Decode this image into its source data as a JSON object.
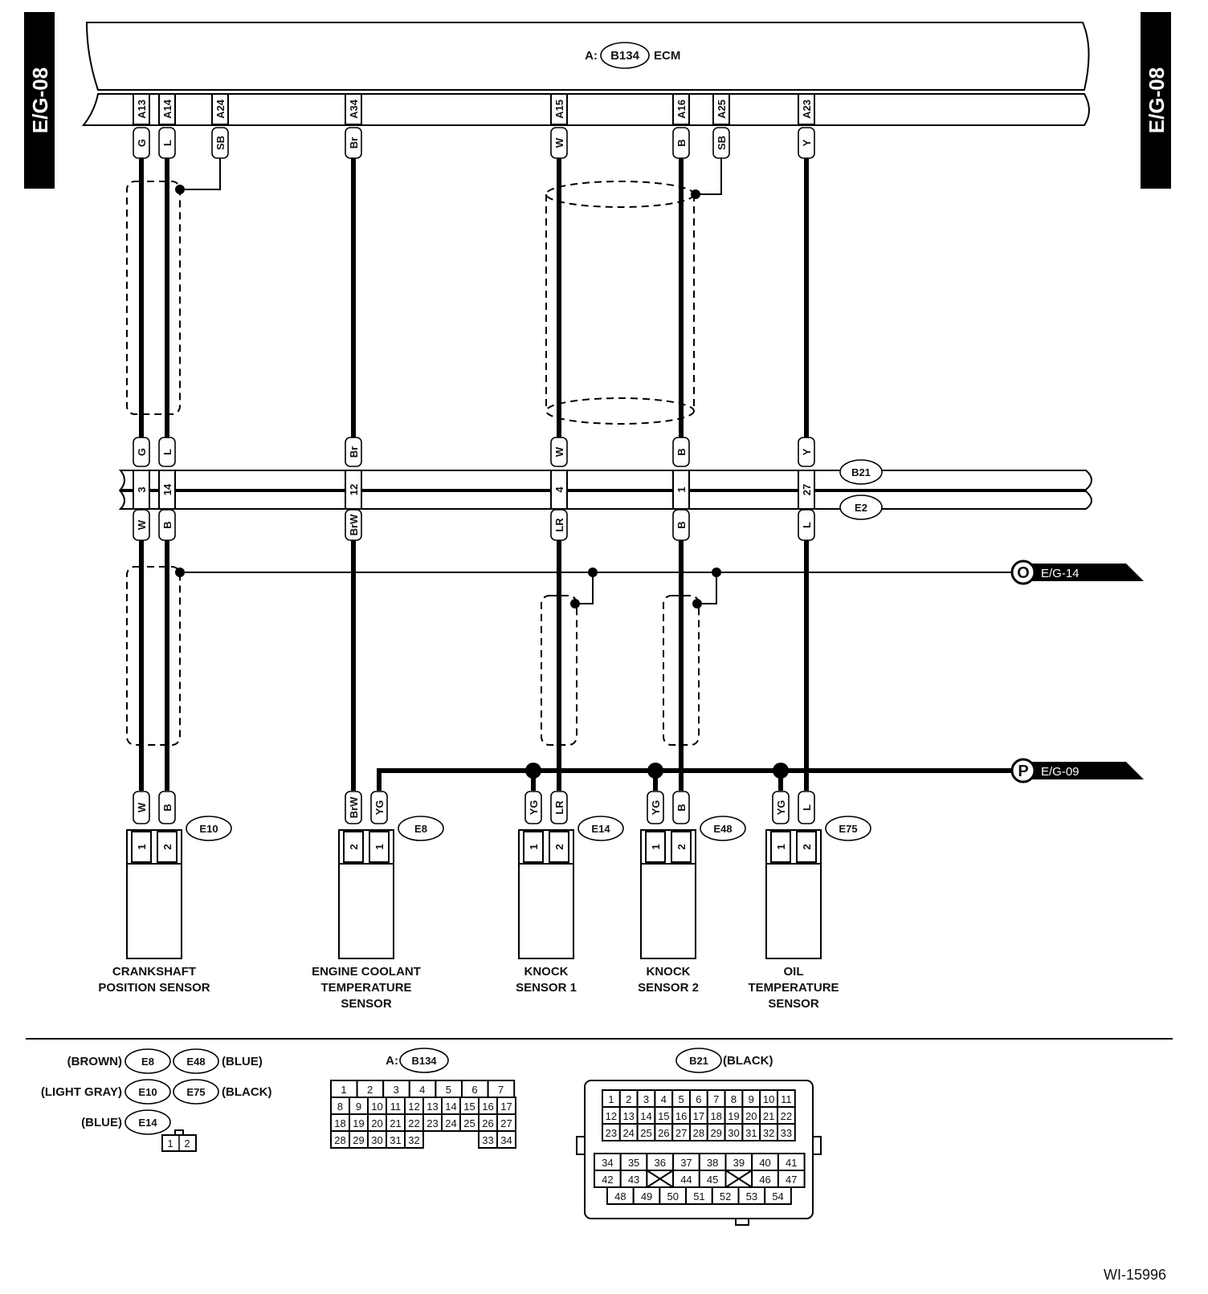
{
  "page_tags": {
    "left": "E/G-08",
    "right": "E/G-08"
  },
  "ecm": {
    "prefix": "A:",
    "connector": "B134",
    "name": "ECM"
  },
  "ecm_pins": [
    {
      "pin": "A13",
      "color": "G"
    },
    {
      "pin": "A14",
      "color": "L"
    },
    {
      "pin": "A24",
      "color": "SB"
    },
    {
      "pin": "A34",
      "color": "Br"
    },
    {
      "pin": "A15",
      "color": "W"
    },
    {
      "pin": "A16",
      "color": "B"
    },
    {
      "pin": "A25",
      "color": "SB"
    },
    {
      "pin": "A23",
      "color": "Y"
    }
  ],
  "joint_connectors": [
    "B21",
    "E2"
  ],
  "joint_upper_colors": [
    "G",
    "L",
    "Br",
    "W",
    "B",
    "Y"
  ],
  "joint_pins": [
    "3",
    "14",
    "12",
    "4",
    "1",
    "27"
  ],
  "joint_lower_colors": [
    "W",
    "B",
    "BrW",
    "LR",
    "B",
    "L"
  ],
  "refs": [
    {
      "letter": "O",
      "label": "E/G-14"
    },
    {
      "letter": "P",
      "label": "E/G-09"
    }
  ],
  "sensors": [
    {
      "connector": "E10",
      "colors": [
        "W",
        "B"
      ],
      "pins": [
        "1",
        "2"
      ],
      "name": [
        "CRANKSHAFT",
        "POSITION SENSOR"
      ]
    },
    {
      "connector": "E8",
      "colors": [
        "BrW",
        "YG"
      ],
      "pins": [
        "2",
        "1"
      ],
      "name": [
        "ENGINE COOLANT",
        "TEMPERATURE",
        "SENSOR"
      ]
    },
    {
      "connector": "E14",
      "colors": [
        "YG",
        "LR"
      ],
      "pins": [
        "1",
        "2"
      ],
      "name": [
        "KNOCK",
        "SENSOR 1"
      ]
    },
    {
      "connector": "E48",
      "colors": [
        "YG",
        "B"
      ],
      "pins": [
        "1",
        "2"
      ],
      "name": [
        "KNOCK",
        "SENSOR 2"
      ]
    },
    {
      "connector": "E75",
      "colors": [
        "YG",
        "L"
      ],
      "pins": [
        "1",
        "2"
      ],
      "name": [
        "OIL",
        "TEMPERATURE",
        "SENSOR"
      ]
    }
  ],
  "legend": {
    "rows": [
      {
        "left_color": "(BROWN)",
        "left": "E8",
        "right": "E48",
        "right_color": "(BLUE)"
      },
      {
        "left_color": "(LIGHT GRAY)",
        "left": "E10",
        "right": "E75",
        "right_color": "(BLACK)"
      },
      {
        "left_color": "(BLUE)",
        "left": "E14"
      }
    ],
    "small_pins": [
      "1",
      "2"
    ],
    "b134": {
      "prefix": "A:",
      "connector": "B134",
      "top_row": [
        "1",
        "2",
        "3",
        "4",
        "5",
        "6",
        "7"
      ],
      "row2": [
        "8",
        "9",
        "10",
        "11",
        "12",
        "13",
        "14",
        "15",
        "16",
        "17"
      ],
      "row3": [
        "18",
        "19",
        "20",
        "21",
        "22",
        "23",
        "24",
        "25",
        "26",
        "27"
      ],
      "row4_left": [
        "28",
        "29",
        "30",
        "31",
        "32"
      ],
      "row4_right": [
        "33",
        "34"
      ]
    },
    "b21": {
      "connector": "B21",
      "color": "(BLACK)",
      "upper": [
        [
          "1",
          "2",
          "3",
          "4",
          "5",
          "6",
          "7",
          "8",
          "9",
          "10",
          "11"
        ],
        [
          "12",
          "13",
          "14",
          "15",
          "16",
          "17",
          "18",
          "19",
          "20",
          "21",
          "22"
        ],
        [
          "23",
          "24",
          "25",
          "26",
          "27",
          "28",
          "29",
          "30",
          "31",
          "32",
          "33"
        ]
      ],
      "lower": [
        [
          "34",
          "35",
          "36",
          "37",
          "38",
          "39",
          "40",
          "41"
        ],
        [
          "42",
          "43",
          "",
          "44",
          "45",
          "",
          "46",
          "47"
        ]
      ],
      "bottom": [
        "48",
        "49",
        "50",
        "51",
        "52",
        "53",
        "54"
      ]
    }
  },
  "diagram_id": "WI-15996"
}
